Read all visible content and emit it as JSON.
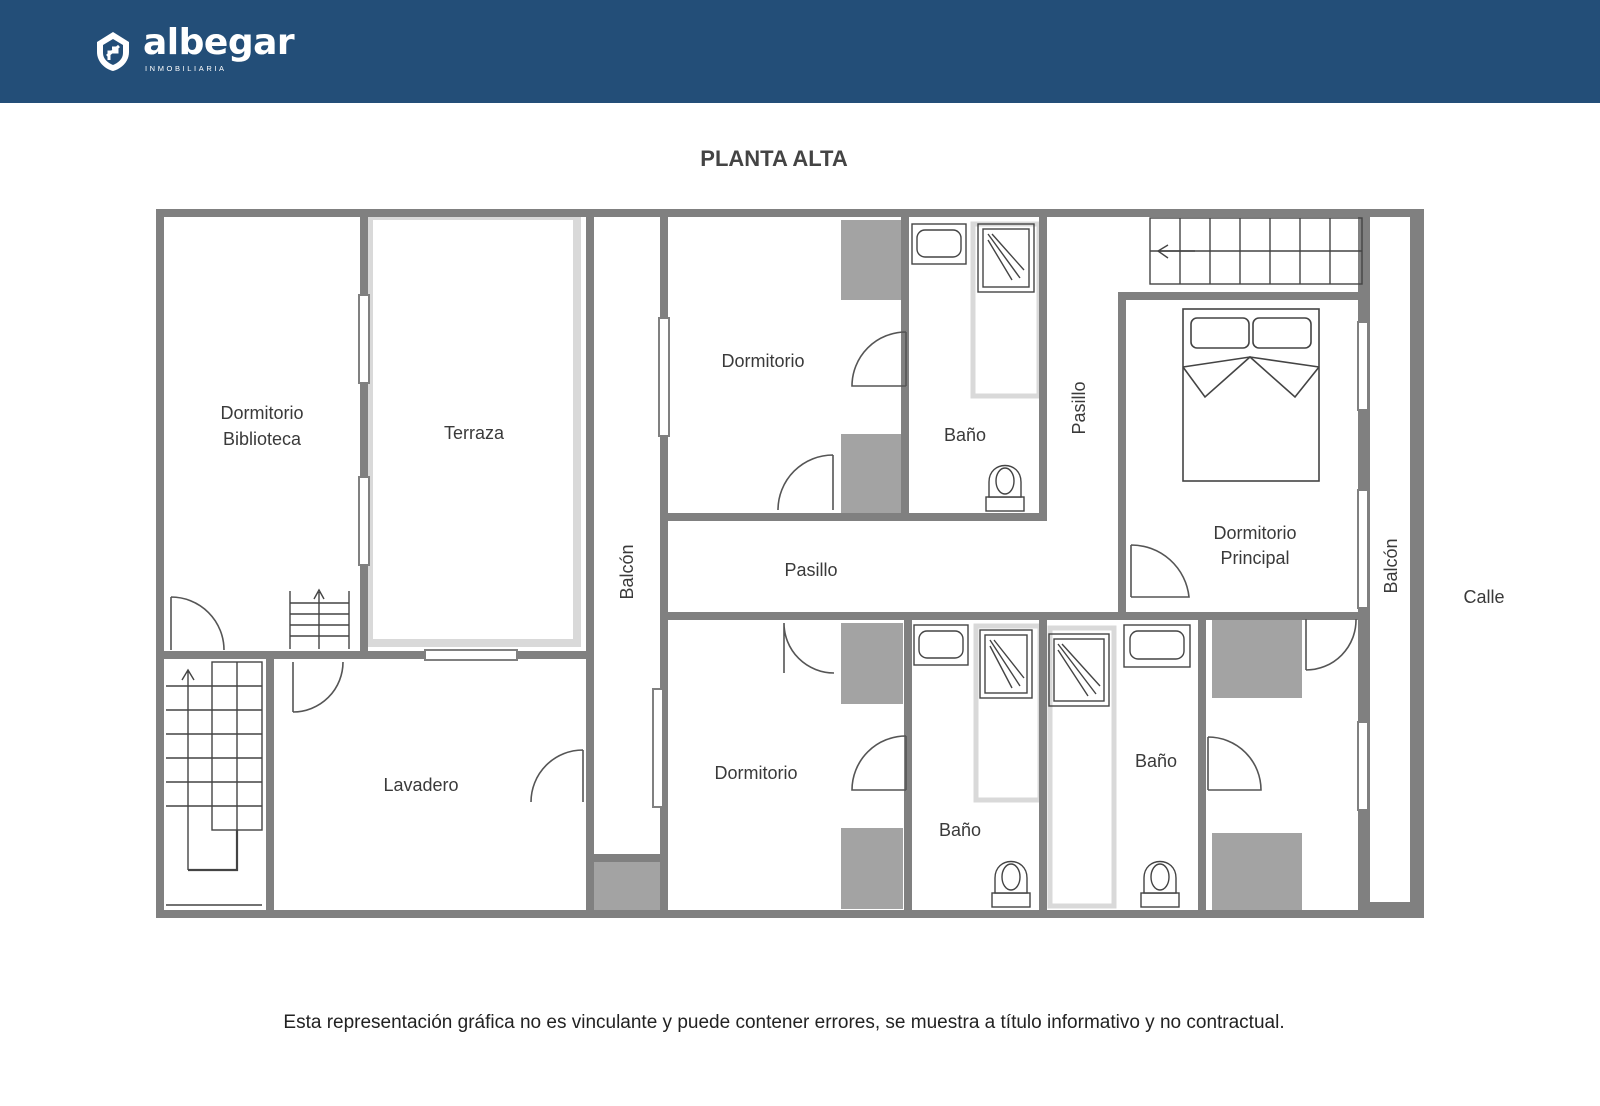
{
  "brand": {
    "name": "albegar",
    "tagline": "INMOBILIARIA",
    "header_color": "#234e78",
    "logo_icon": "house-shield-icon"
  },
  "plan_title": "PLANTA ALTA",
  "rooms": {
    "dormitorio_biblioteca": [
      "Dormitorio",
      "Biblioteca"
    ],
    "terraza": "Terraza",
    "lavadero": "Lavadero",
    "balcon_left": "Balcón",
    "dormitorio_top": "Dormitorio",
    "bano_top": "Baño",
    "pasillo_vertical": "Pasillo",
    "pasillo_center": "Pasillo",
    "dormitorio_principal": [
      "Dormitorio",
      "Principal"
    ],
    "balcon_right": "Balcón",
    "dormitorio_bottom": "Dormitorio",
    "bano_bottom_left": "Baño",
    "bano_bottom_right": "Baño"
  },
  "outside_label": "Calle",
  "disclaimer": "Esta representación gráfica no es vinculante y puede contener errores, se muestra a título informativo y no contractual.",
  "colors": {
    "wall": "#808080",
    "closet": "#a3a3a3",
    "terrace_border": "#d9d9d9"
  }
}
